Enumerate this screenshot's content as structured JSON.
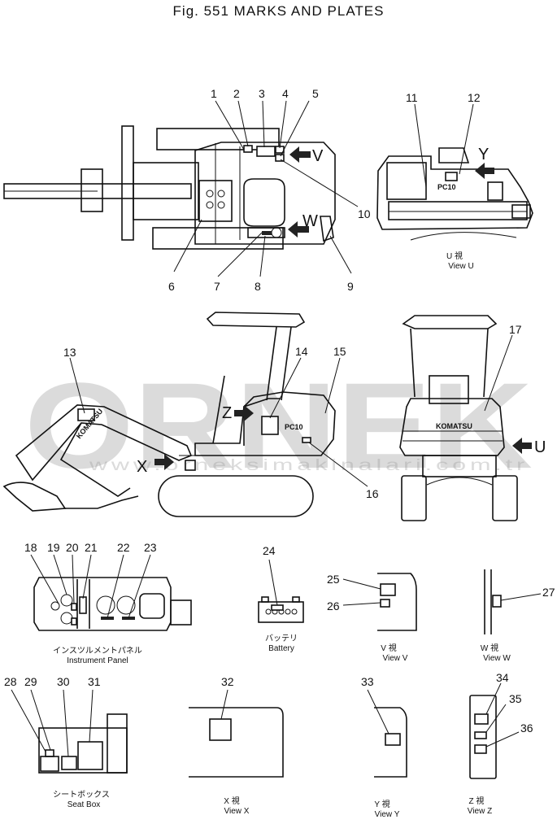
{
  "title": "Fig. 551   MARKS AND PLATES",
  "watermark": {
    "brand": "ORNEK",
    "url": "www.orneksimakinalari.com.tr",
    "color": "#9a9a9a"
  },
  "view_letters": {
    "v": "V",
    "w": "W",
    "y": "Y",
    "z": "Z",
    "x": "X",
    "u": "U"
  },
  "logos": {
    "model_side": "PC10",
    "model_rear": "PC10",
    "brand_rear": "KOMATSU",
    "brand_boom": "KOMATSU"
  },
  "callouts": [
    "1",
    "2",
    "3",
    "4",
    "5",
    "6",
    "7",
    "8",
    "9",
    "10",
    "11",
    "12",
    "13",
    "14",
    "15",
    "16",
    "17",
    "18",
    "19",
    "20",
    "21",
    "22",
    "23",
    "24",
    "25",
    "26",
    "27",
    "28",
    "29",
    "30",
    "31",
    "32",
    "33",
    "34",
    "35",
    "36"
  ],
  "captions": {
    "view_u": {
      "jp": "U    視",
      "en": "View  U"
    },
    "instrument_panel": {
      "jp": "インスツルメントパネル",
      "en": "Instrument  Panel"
    },
    "battery": {
      "jp": "バッテリ",
      "en": "Battery"
    },
    "view_v": {
      "jp": "V      視",
      "en": "View  V"
    },
    "view_w": {
      "jp": "W      視",
      "en": "View  W"
    },
    "seat_box": {
      "jp": "シートボックス",
      "en": "Seat  Box"
    },
    "view_x": {
      "jp": "X      視",
      "en": "View  X"
    },
    "view_y": {
      "jp": "Y      視",
      "en": "View  Y"
    },
    "view_z": {
      "jp": "Z      視",
      "en": "View  Z"
    }
  }
}
